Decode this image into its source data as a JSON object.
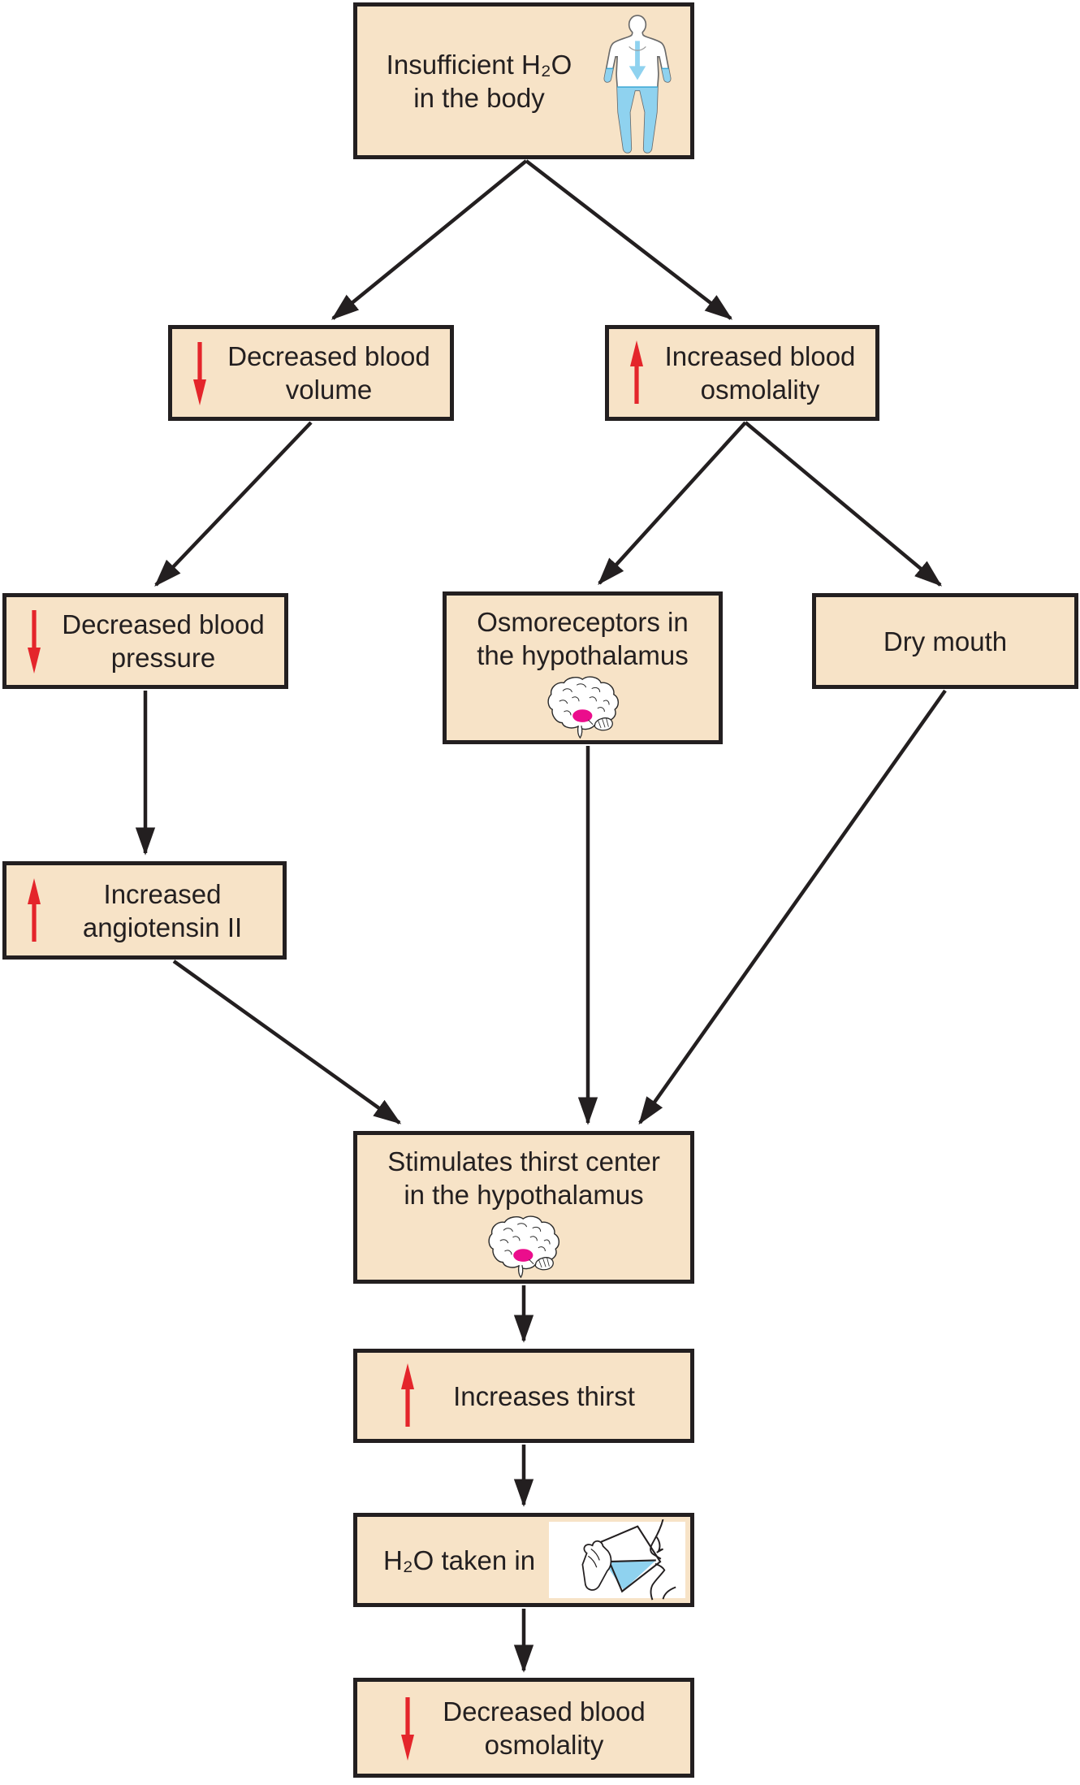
{
  "diagram": {
    "topic": "Thirst regulation pathway",
    "nodes": {
      "insufficient_h2o": {
        "label": "Insufficient H₂O\nin the body",
        "icon": "dehydrated-body-icon"
      },
      "decreased_blood_volume": {
        "label": "Decreased blood\nvolume",
        "icon": "red-down-arrow-icon"
      },
      "increased_blood_osmolality": {
        "label": "Increased blood\nosmolality",
        "icon": "red-up-arrow-icon"
      },
      "decreased_blood_pressure": {
        "label": "Decreased blood\npressure",
        "icon": "red-down-arrow-icon"
      },
      "osmoreceptors": {
        "label": "Osmoreceptors in\nthe hypothalamus",
        "icon": "brain-hypothalamus-icon"
      },
      "dry_mouth": {
        "label": "Dry mouth"
      },
      "increased_angiotensin": {
        "label": "Increased\nangiotensin II",
        "icon": "red-up-arrow-icon"
      },
      "stimulates_thirst_center": {
        "label": "Stimulates thirst center\nin the hypothalamus",
        "icon": "brain-hypothalamus-icon"
      },
      "increases_thirst": {
        "label": "Increases thirst",
        "icon": "red-up-arrow-icon"
      },
      "h2o_taken_in": {
        "label": "H₂O taken in",
        "icon": "drinking-icon"
      },
      "decreased_blood_osmolality": {
        "label": "Decreased blood\nosmolality",
        "icon": "red-down-arrow-icon"
      }
    },
    "edges": [
      {
        "from": "insufficient_h2o",
        "to": "decreased_blood_volume"
      },
      {
        "from": "insufficient_h2o",
        "to": "increased_blood_osmolality"
      },
      {
        "from": "decreased_blood_volume",
        "to": "decreased_blood_pressure"
      },
      {
        "from": "increased_blood_osmolality",
        "to": "osmoreceptors"
      },
      {
        "from": "increased_blood_osmolality",
        "to": "dry_mouth"
      },
      {
        "from": "decreased_blood_pressure",
        "to": "increased_angiotensin"
      },
      {
        "from": "increased_angiotensin",
        "to": "stimulates_thirst_center"
      },
      {
        "from": "osmoreceptors",
        "to": "stimulates_thirst_center"
      },
      {
        "from": "dry_mouth",
        "to": "stimulates_thirst_center"
      },
      {
        "from": "stimulates_thirst_center",
        "to": "increases_thirst"
      },
      {
        "from": "increases_thirst",
        "to": "h2o_taken_in"
      },
      {
        "from": "h2o_taken_in",
        "to": "decreased_blood_osmolality"
      }
    ],
    "colors": {
      "box_fill": "#f7e3c7",
      "box_border": "#231f20",
      "connector": "#231f20",
      "red_arrow": "#e4252b",
      "hypothalamus_magenta": "#eb0d8c",
      "water_blue": "#8fd2ef",
      "water_blue_stroke": "#3fa9d5",
      "background": "#ffffff"
    }
  }
}
